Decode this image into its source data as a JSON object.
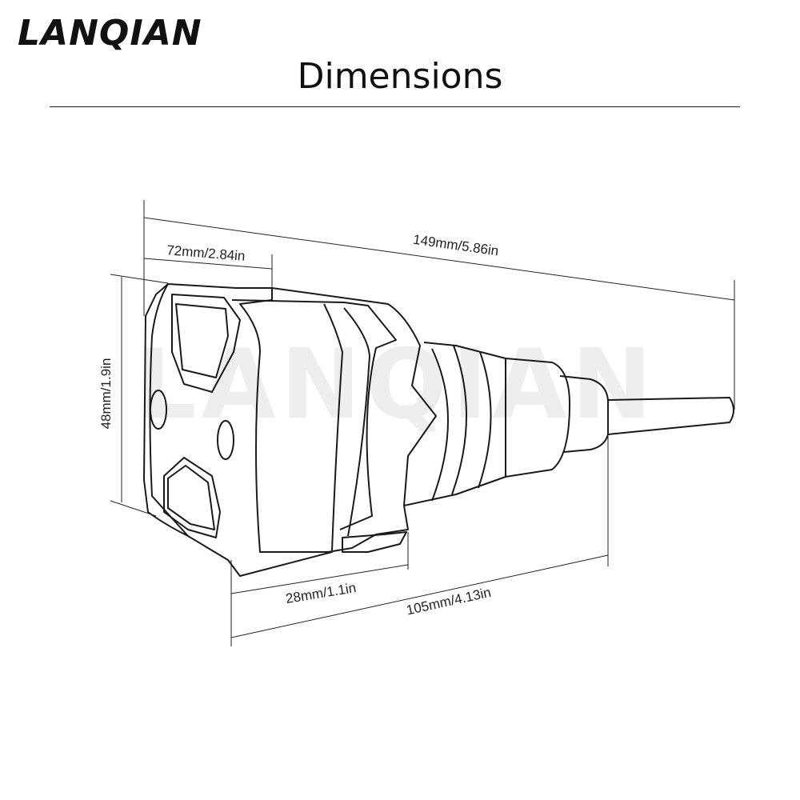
{
  "brand": {
    "logo_text": "LANQIAN",
    "watermark_text": "LANQIAN"
  },
  "header": {
    "title": "Dimensions"
  },
  "dimensions": {
    "overall_length": "149mm/5.86in",
    "head_length": "72mm/2.84in",
    "height": "48mm/1.9in",
    "slider_thickness": "28mm/1.1in",
    "body_length": "105mm/4.13in"
  }
}
